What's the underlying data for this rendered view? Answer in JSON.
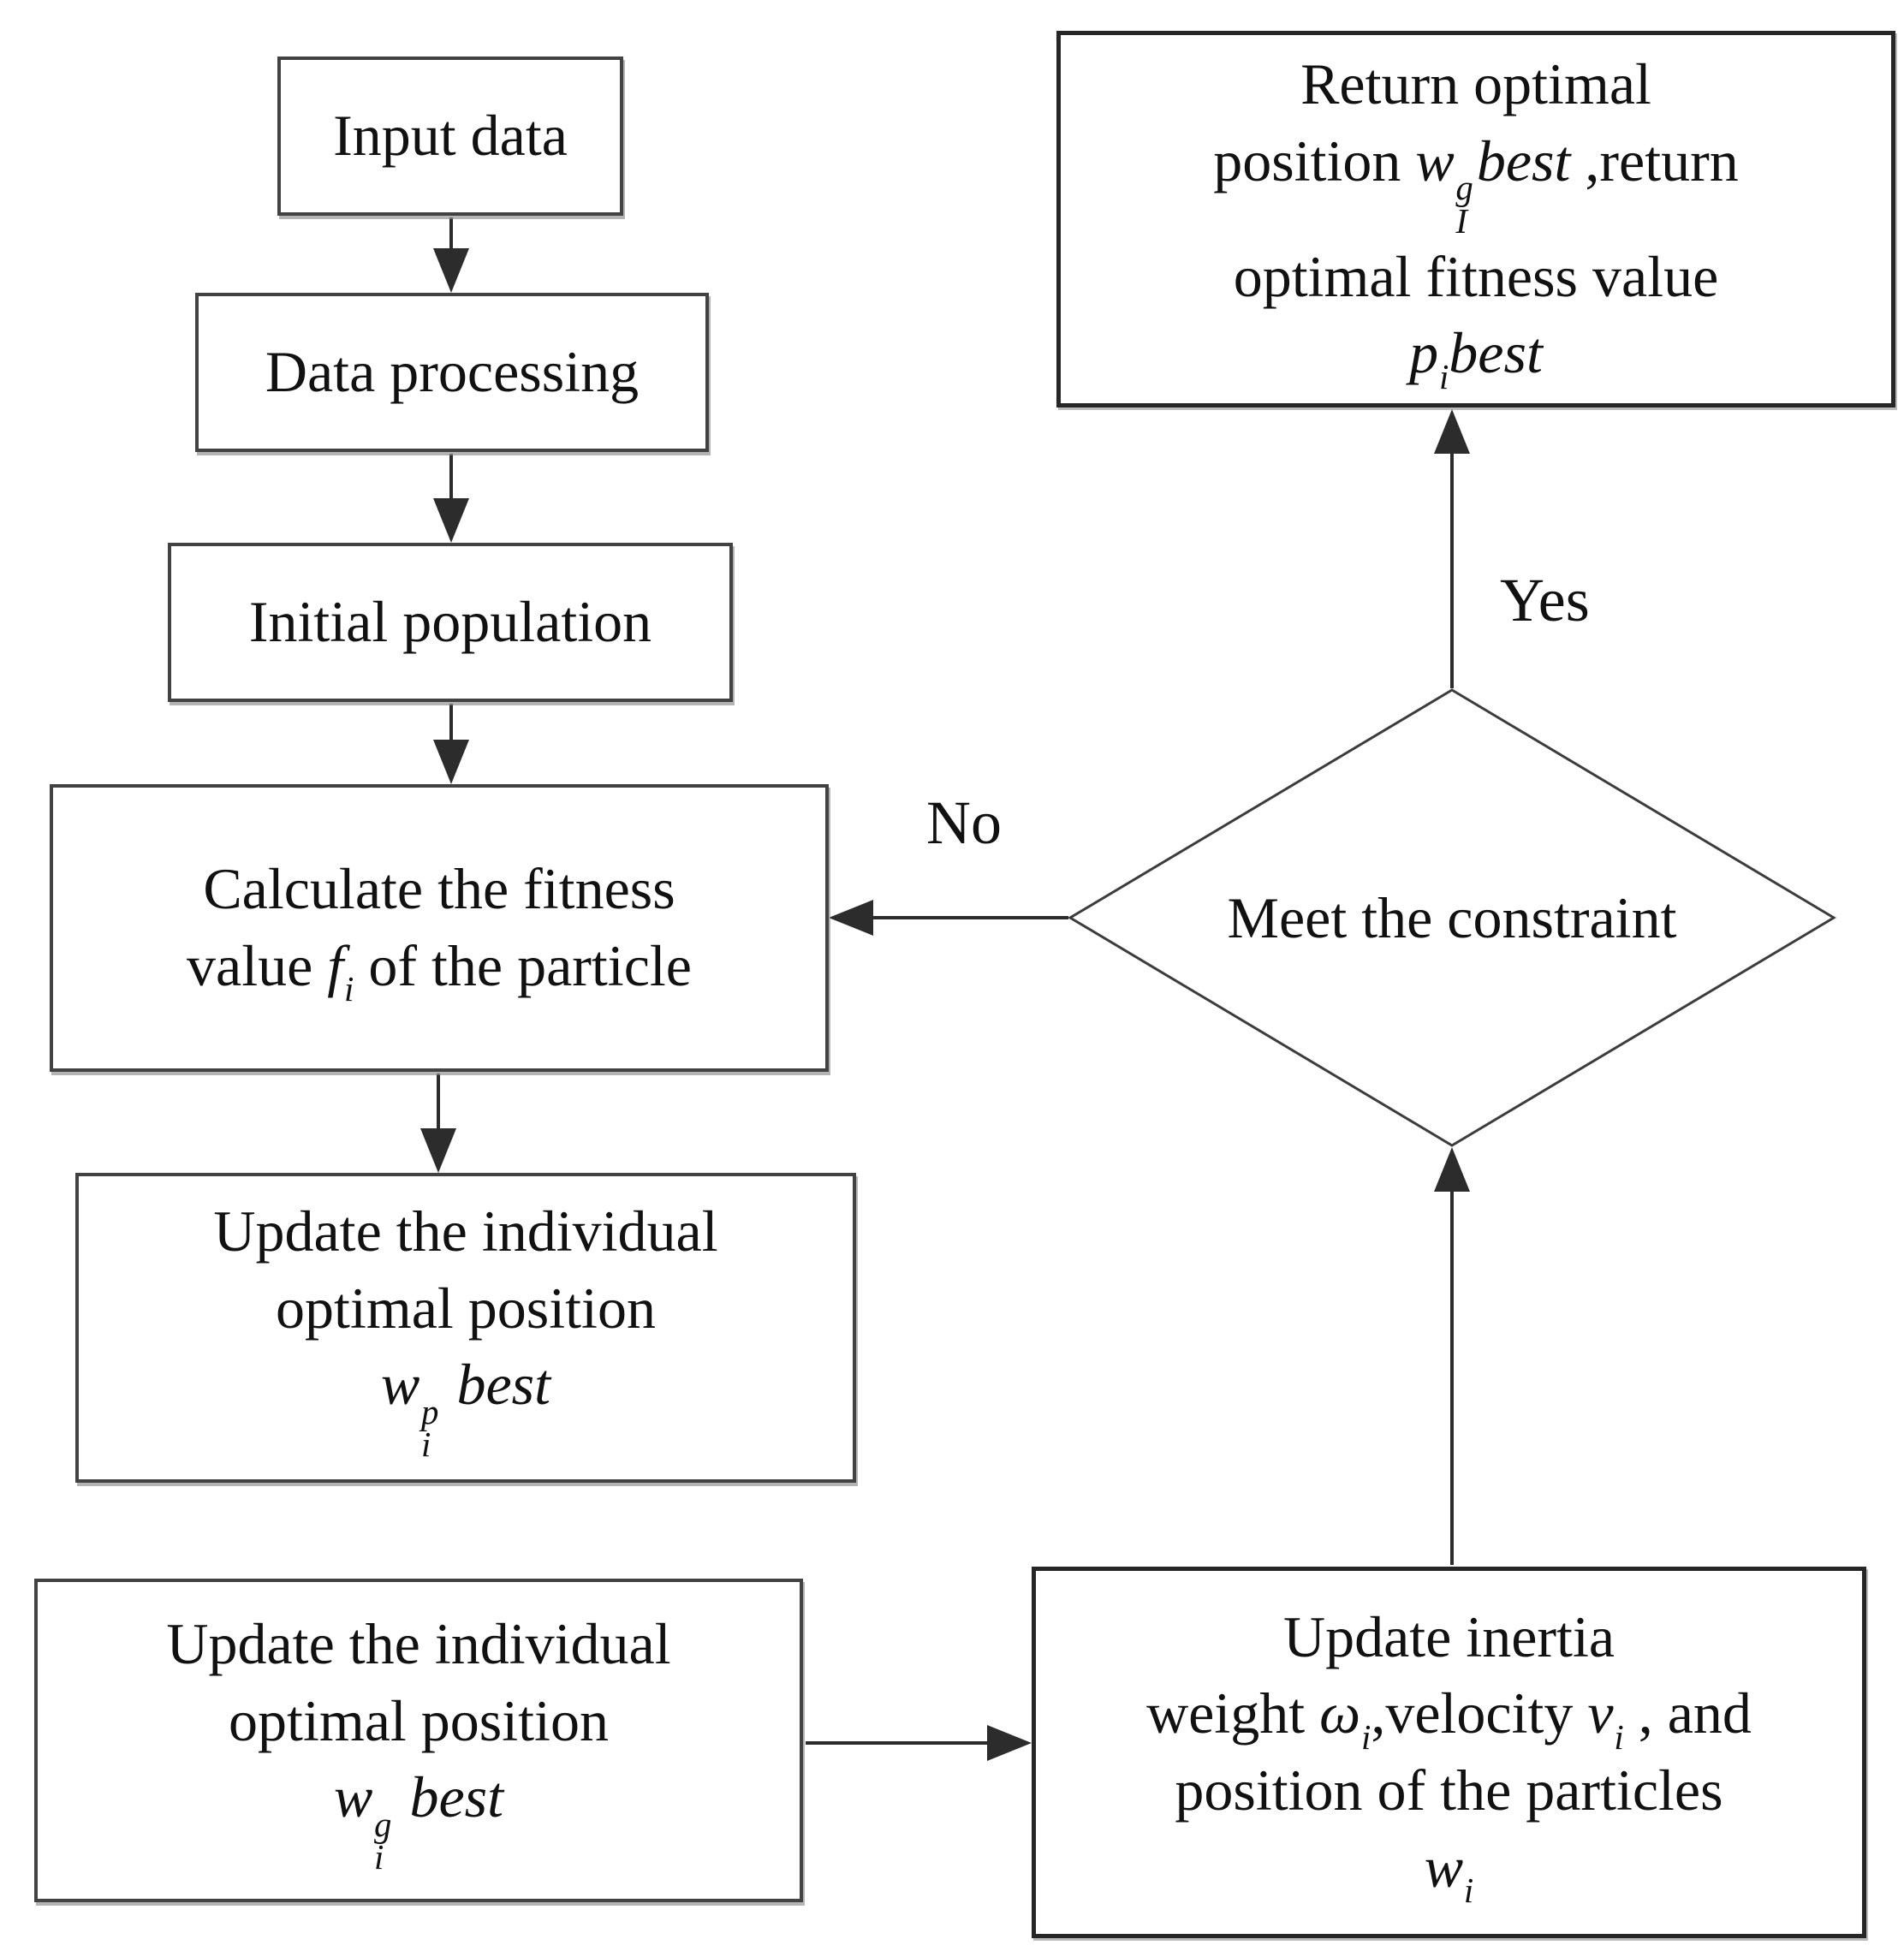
{
  "labels": {
    "yes": "Yes",
    "no": "No"
  },
  "nodes": {
    "input_data": {
      "lines": [
        [
          {
            "t": "Input data"
          }
        ]
      ]
    },
    "data_processing": {
      "lines": [
        [
          {
            "t": "Data processing"
          }
        ]
      ]
    },
    "initial_population": {
      "lines": [
        [
          {
            "t": "Initial population"
          }
        ]
      ]
    },
    "calculate_fitness": {
      "lines": [
        [
          {
            "t": "Calculate the fitness"
          }
        ],
        [
          {
            "t": "value "
          },
          {
            "t": "f",
            "i": true
          },
          {
            "sub": "i"
          },
          {
            "t": " of the particle"
          }
        ]
      ]
    },
    "update_individual_p": {
      "lines": [
        [
          {
            "t": "Update the individual"
          }
        ],
        [
          {
            "t": "optimal position"
          }
        ],
        [
          {
            "t": "w",
            "i": true
          },
          {
            "ss": [
              "p",
              "i"
            ]
          },
          {
            "t": " "
          },
          {
            "t": "best",
            "i": true
          }
        ]
      ]
    },
    "update_individual_g": {
      "lines": [
        [
          {
            "t": "Update the individual"
          }
        ],
        [
          {
            "t": "optimal position"
          }
        ],
        [
          {
            "t": "w",
            "i": true
          },
          {
            "ss": [
              "g",
              "i"
            ]
          },
          {
            "t": " "
          },
          {
            "t": "best",
            "i": true
          }
        ]
      ]
    },
    "update_inertia": {
      "lines": [
        [
          {
            "t": "Update inertia"
          }
        ],
        [
          {
            "t": "weight "
          },
          {
            "t": "ω",
            "i": true
          },
          {
            "sub": "i"
          },
          {
            "t": ",velocity "
          },
          {
            "t": "v",
            "i": true
          },
          {
            "sub": "i"
          },
          {
            "t": " , and"
          }
        ],
        [
          {
            "t": "position of the particles"
          }
        ],
        [
          {
            "t": "w",
            "i": true
          },
          {
            "sub": "i"
          }
        ]
      ]
    },
    "return_optimal": {
      "lines": [
        [
          {
            "t": "Return optimal"
          }
        ],
        [
          {
            "t": "position "
          },
          {
            "t": "w",
            "i": true
          },
          {
            "ss": [
              "g",
              "I"
            ]
          },
          {
            "t": "best",
            "i": true
          },
          {
            "t": " ,return"
          }
        ],
        [
          {
            "t": "optimal fitness value"
          }
        ],
        [
          {
            "t": "p",
            "i": true
          },
          {
            "sub": "i"
          },
          {
            "t": "best",
            "i": true
          }
        ]
      ]
    },
    "meet_constraint": {
      "lines": [
        [
          {
            "t": "Meet the constraint"
          }
        ]
      ]
    }
  },
  "edges": [
    {
      "from": "input_data",
      "to": "data_processing"
    },
    {
      "from": "data_processing",
      "to": "initial_population"
    },
    {
      "from": "initial_population",
      "to": "calculate_fitness"
    },
    {
      "from": "calculate_fitness",
      "to": "update_individual_p"
    },
    {
      "from": "update_individual_g",
      "to": "update_inertia"
    },
    {
      "from": "update_inertia",
      "to": "meet_constraint"
    },
    {
      "from": "meet_constraint",
      "to": "return_optimal",
      "label": "Yes"
    },
    {
      "from": "meet_constraint",
      "to": "calculate_fitness",
      "label": "No"
    }
  ]
}
